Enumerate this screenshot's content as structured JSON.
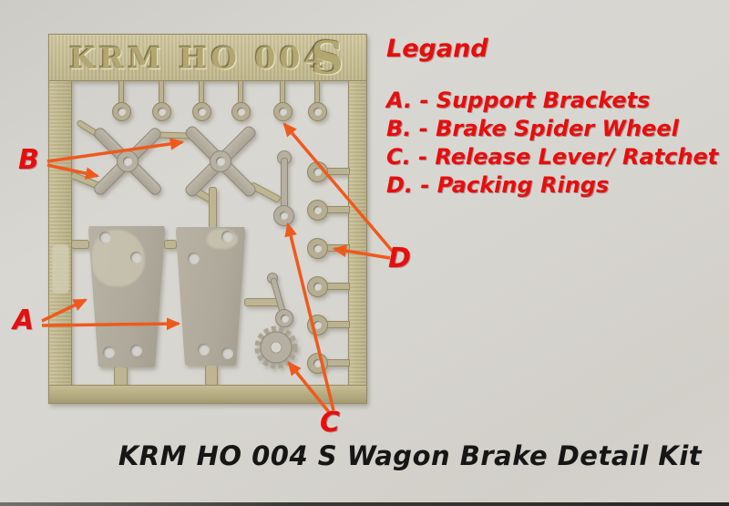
{
  "image": {
    "caption": "KRM HO 004 S Wagon Brake Detail Kit"
  },
  "fret": {
    "etched_code": "KRM HO 004",
    "etched_series_letter": "S"
  },
  "legend": {
    "title": "Legand",
    "items": [
      "A. - Support Brackets",
      "B. - Brake Spider Wheel",
      "C. - Release Lever/ Ratchet",
      "D. - Packing Rings"
    ]
  },
  "part_labels": {
    "a": "A",
    "b": "B",
    "c": "C",
    "d": "D"
  },
  "colors": {
    "background_paper": "#d7d5d0",
    "brass": "#c4bb93",
    "etched_part_grey": "#b4afa1",
    "annotation_red": "#e60e0e",
    "arrow_orange": "#ee5a1e",
    "caption_black": "#161616"
  }
}
